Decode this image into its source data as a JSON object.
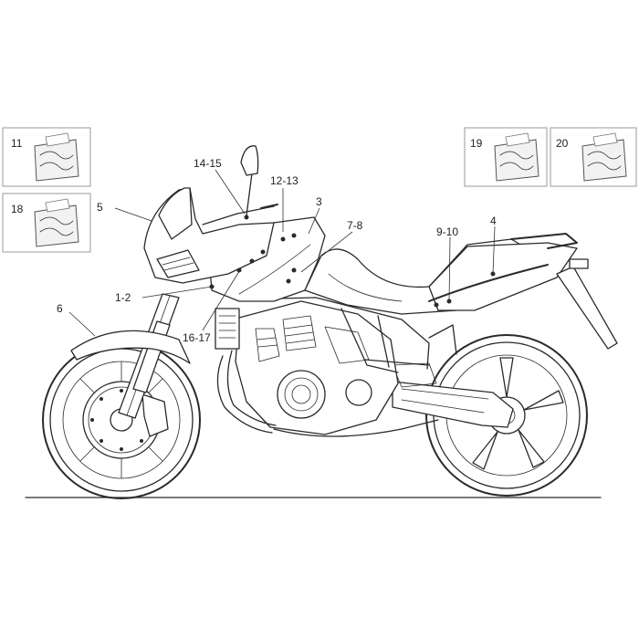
{
  "callouts": {
    "c5": "5",
    "c14_15": "14-15",
    "c12_13": "12-13",
    "c3": "3",
    "c7_8": "7-8",
    "c9_10": "9-10",
    "c4": "4",
    "c1_2": "1-2",
    "c16_17": "16-17",
    "c6": "6"
  },
  "kits": {
    "k11": "11",
    "k18": "18",
    "k19": "19",
    "k20": "20"
  }
}
